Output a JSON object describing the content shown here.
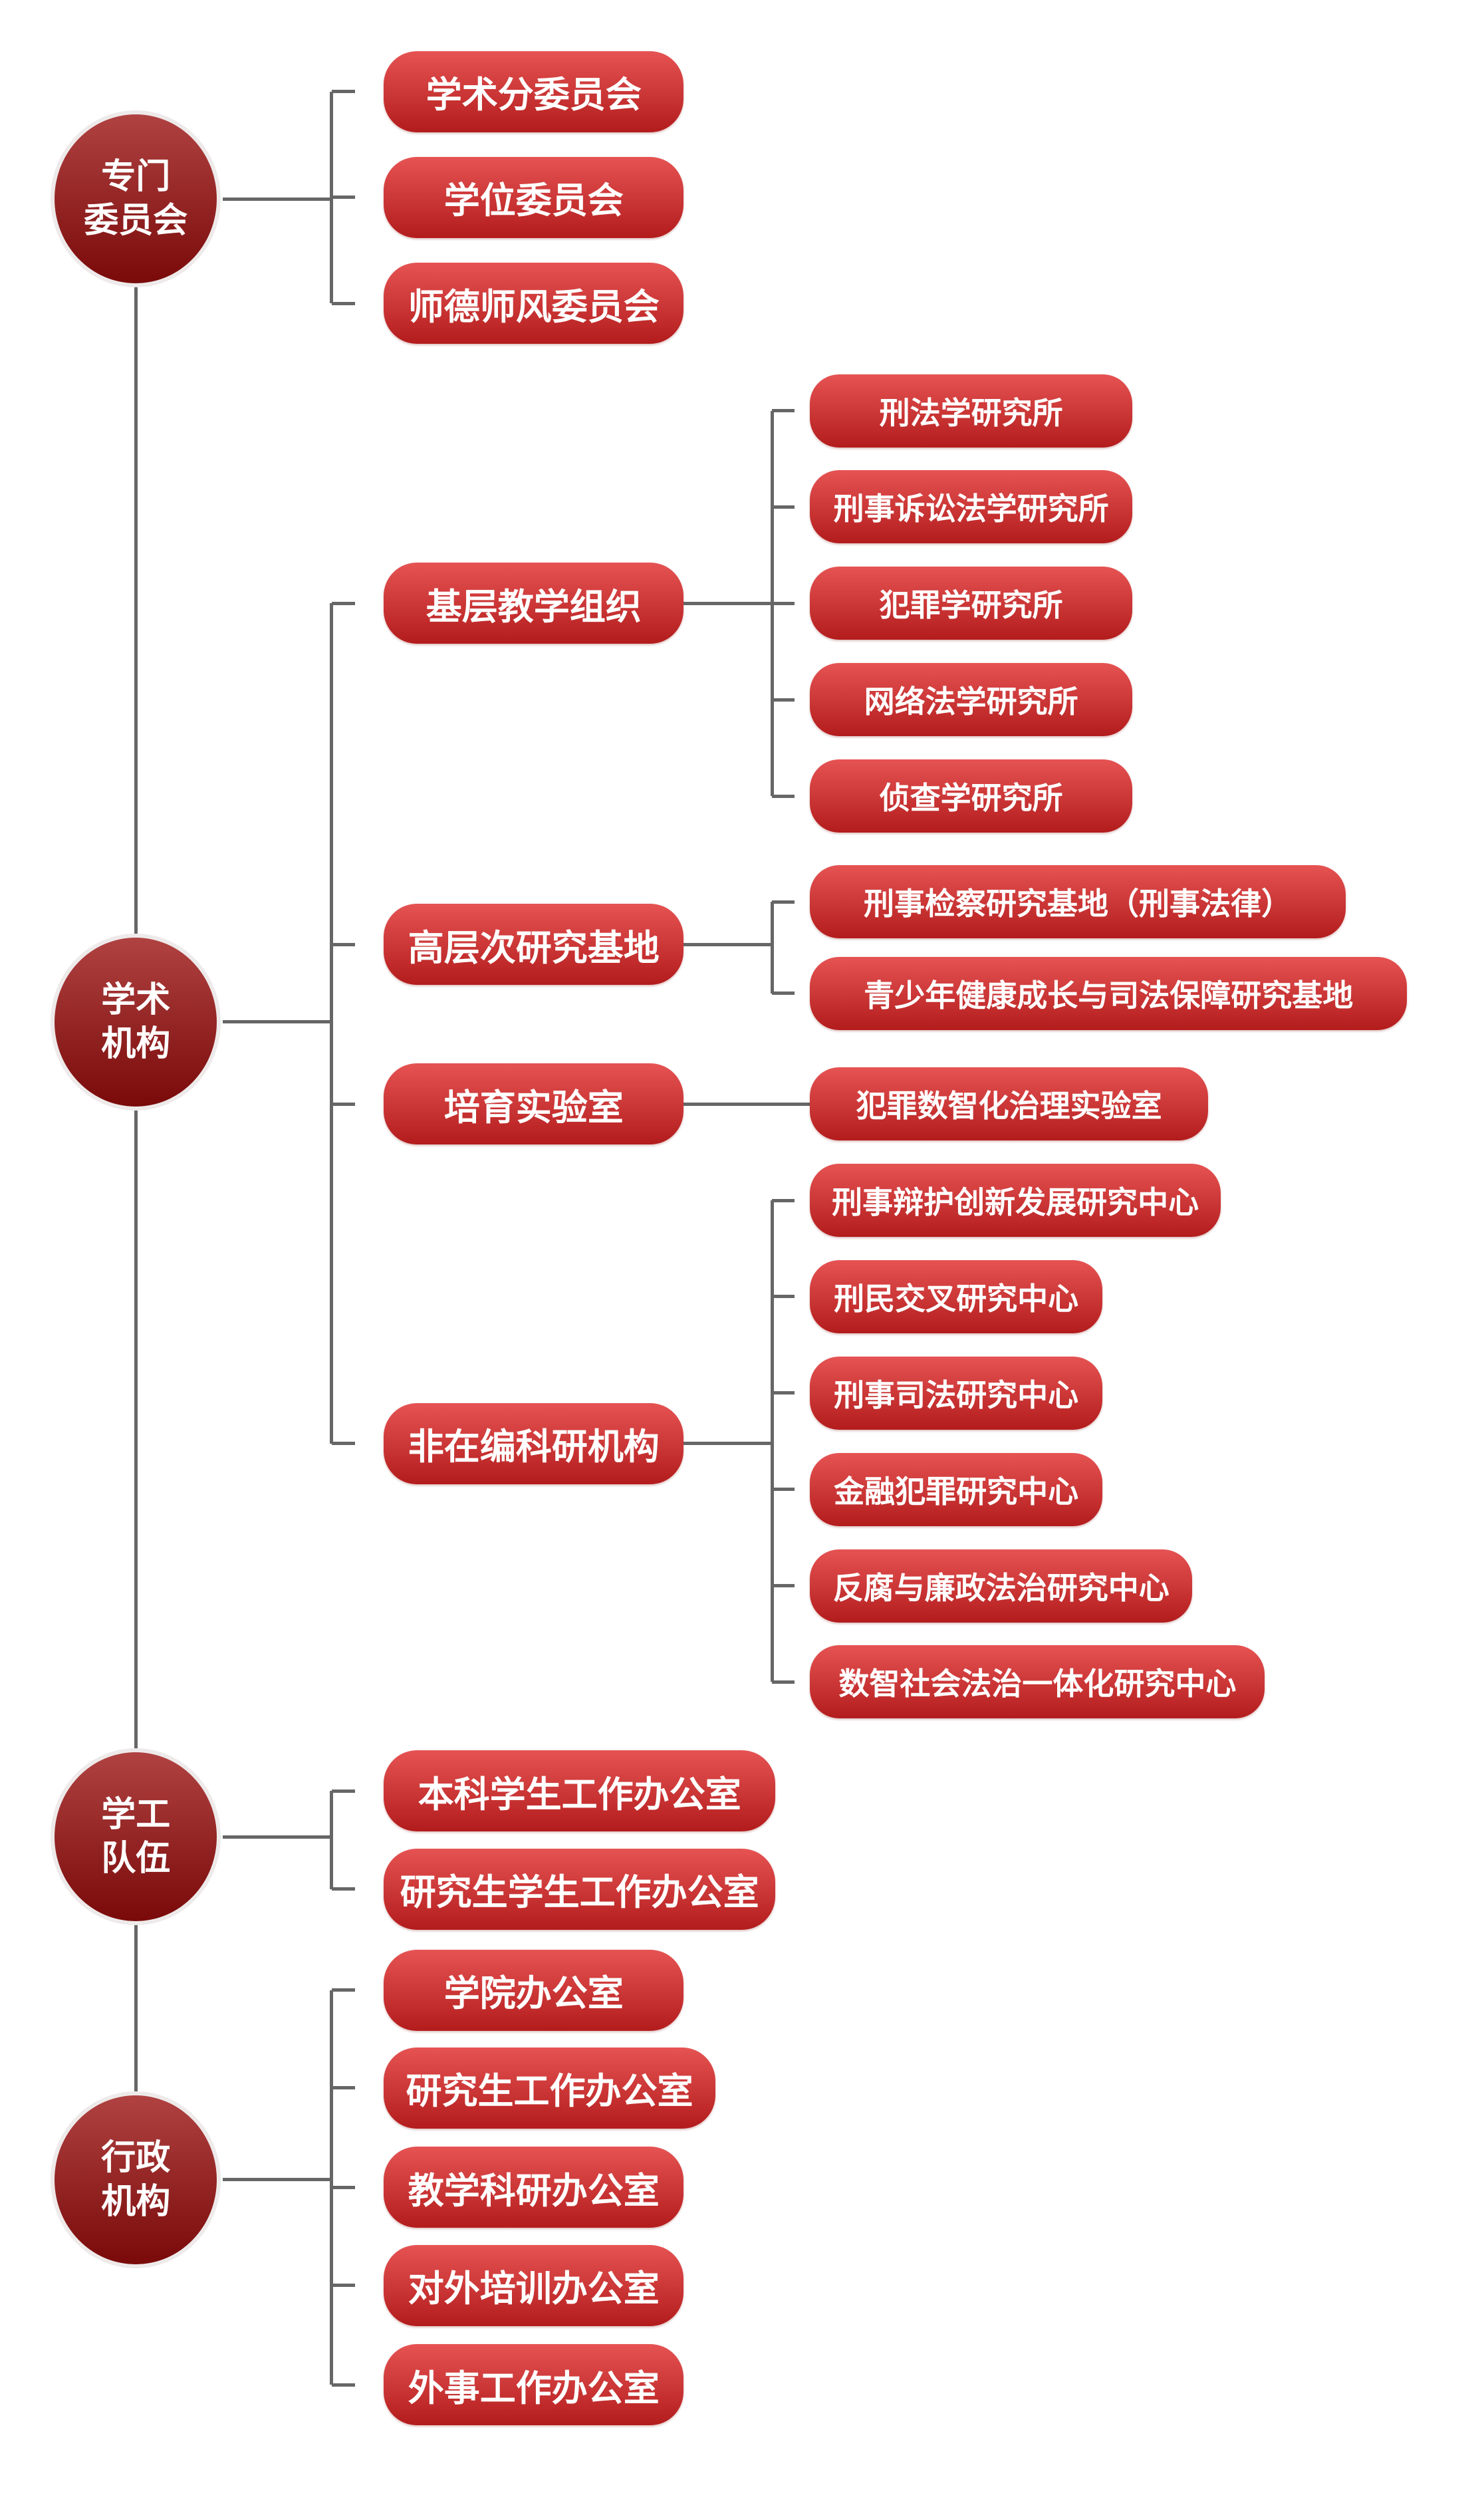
{
  "groups": [
    {
      "label_lines": [
        "专门",
        "委员会"
      ],
      "items": [
        {
          "label": "学术分委员会"
        },
        {
          "label": "学位委员会"
        },
        {
          "label": "师德师风委员会"
        }
      ]
    },
    {
      "label_lines": [
        "学术",
        "机构"
      ],
      "items": [
        {
          "label": "基层教学组织",
          "children": [
            "刑法学研究所",
            "刑事诉讼法学研究所",
            "犯罪学研究所",
            "网络法学研究所",
            "侦查学研究所"
          ]
        },
        {
          "label": "高层次研究基地",
          "children": [
            "刑事检察研究基地（刑事法律）",
            "青少年健康成长与司法保障研究基地"
          ]
        },
        {
          "label": "培育实验室",
          "children": [
            "犯罪数智化治理实验室"
          ]
        },
        {
          "label": "非在编科研机构",
          "children": [
            "刑事辩护创新发展研究中心",
            "刑民交叉研究中心",
            "刑事司法研究中心",
            "金融犯罪研究中心",
            "反腐与廉政法治研究中心",
            "数智社会法治一体化研究中心"
          ]
        }
      ]
    },
    {
      "label_lines": [
        "学工",
        "队伍"
      ],
      "items": [
        {
          "label": "本科学生工作办公室"
        },
        {
          "label": "研究生学生工作办公室"
        }
      ]
    },
    {
      "label_lines": [
        "行政",
        "机构"
      ],
      "items": [
        {
          "label": "学院办公室"
        },
        {
          "label": "研究生工作办公室"
        },
        {
          "label": "教学科研办公室"
        },
        {
          "label": "对外培训办公室"
        },
        {
          "label": "外事工作办公室"
        }
      ]
    }
  ],
  "colors": {
    "pill_top": "#e65353",
    "pill_bottom": "#b31c1c",
    "circle_top": "#b04242",
    "circle_bottom": "#7a0a0a",
    "line": "#666666"
  }
}
